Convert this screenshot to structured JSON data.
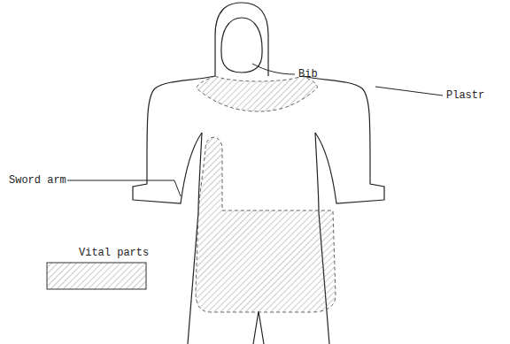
{
  "diagram": {
    "labels": [
      "Bib",
      "Plastr",
      "Sword arm"
    ],
    "legend": [
      {
        "text": "Vital parts"
      }
    ]
  }
}
